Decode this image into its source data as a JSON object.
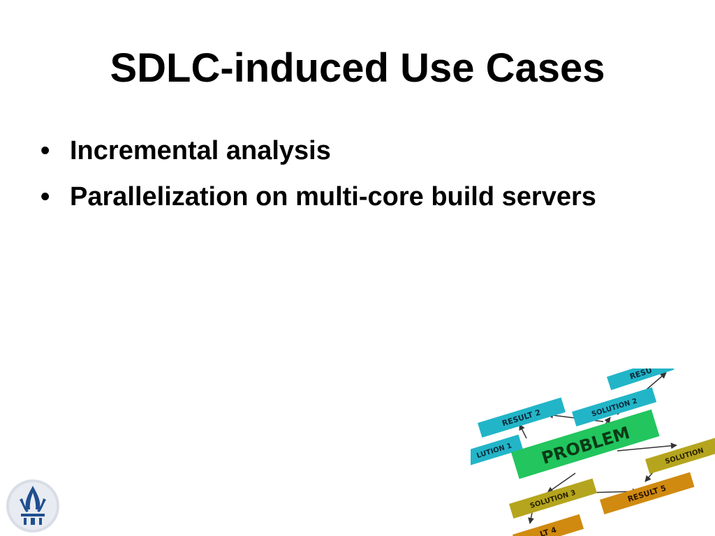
{
  "slide": {
    "title": "SDLC-induced Use Cases",
    "bullets": [
      "Incremental analysis",
      "Parallelization on multi-core build servers"
    ]
  },
  "diagram": {
    "labels": {
      "problem": "PROBLEM",
      "result_top": "RESU",
      "result2": "RESULT 2",
      "solution2": "SOLUTION 2",
      "solution1": "LUTION 1",
      "solution_right": "SOLUTION",
      "solution3": "SOLUTION 3",
      "result5": "RESULT 5",
      "result4": "LT 4"
    },
    "colors": {
      "problem": "#22c55e",
      "teal": "#22b5c8",
      "olive": "#b5a51e",
      "amber": "#d08a10"
    }
  },
  "logo": {
    "icon": "university-emblem-icon"
  }
}
